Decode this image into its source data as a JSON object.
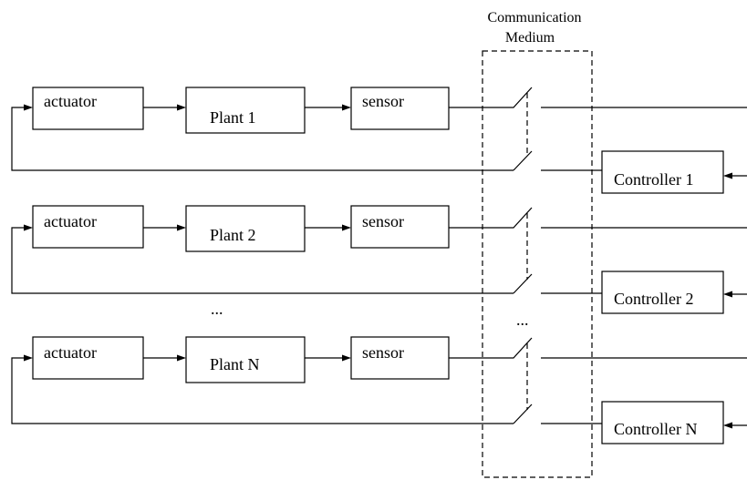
{
  "medium": {
    "title_line1": "Communication",
    "title_line2": "Medium"
  },
  "rows": [
    {
      "actuator": "actuator",
      "plant": "Plant 1",
      "sensor": "sensor",
      "controller": "Controller 1"
    },
    {
      "actuator": "actuator",
      "plant": "Plant 2",
      "sensor": "sensor",
      "controller": "Controller 2"
    },
    {
      "actuator": "actuator",
      "plant": "Plant N",
      "sensor": "sensor",
      "controller": "Controller N"
    }
  ],
  "ellipsis": {
    "left": "...",
    "middle": "...",
    "medium": "..."
  }
}
